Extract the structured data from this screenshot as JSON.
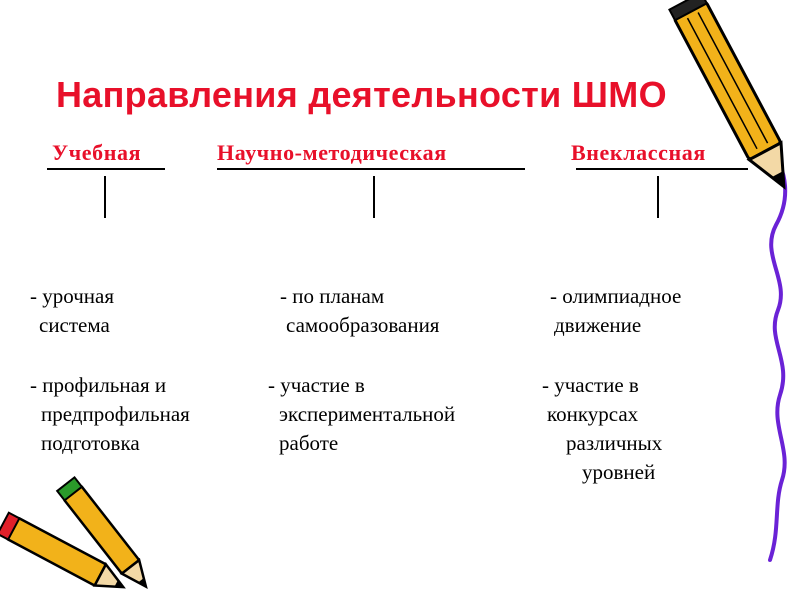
{
  "title": "Направления деятельности ШМО",
  "colors": {
    "title": "#e8102a",
    "heading": "#e8102a",
    "text": "#000000",
    "accent_line": "#6a22d6"
  },
  "columns": [
    {
      "heading": "Учебная",
      "items": [
        {
          "l1": "- урочная",
          "l2": "система"
        },
        {
          "l1": "- профильная и",
          "l2": "предпрофильная",
          "l3": "подготовка"
        }
      ]
    },
    {
      "heading": "Научно-методическая",
      "items": [
        {
          "l1": "- по планам",
          "l2": "самообразования"
        },
        {
          "l1": "- участие в",
          "l2": "экспериментальной",
          "l3": "работе"
        }
      ]
    },
    {
      "heading": "Внеклассная",
      "items": [
        {
          "l1": "- олимпиадное",
          "l2": "движение"
        },
        {
          "l1": "- участие в",
          "l2": "конкурсах",
          "l3": "различных",
          "l4": "уровней"
        }
      ]
    }
  ],
  "decorations": [
    "pencil-icon",
    "pencil-icon",
    "pencil-icon",
    "squiggle-line"
  ]
}
